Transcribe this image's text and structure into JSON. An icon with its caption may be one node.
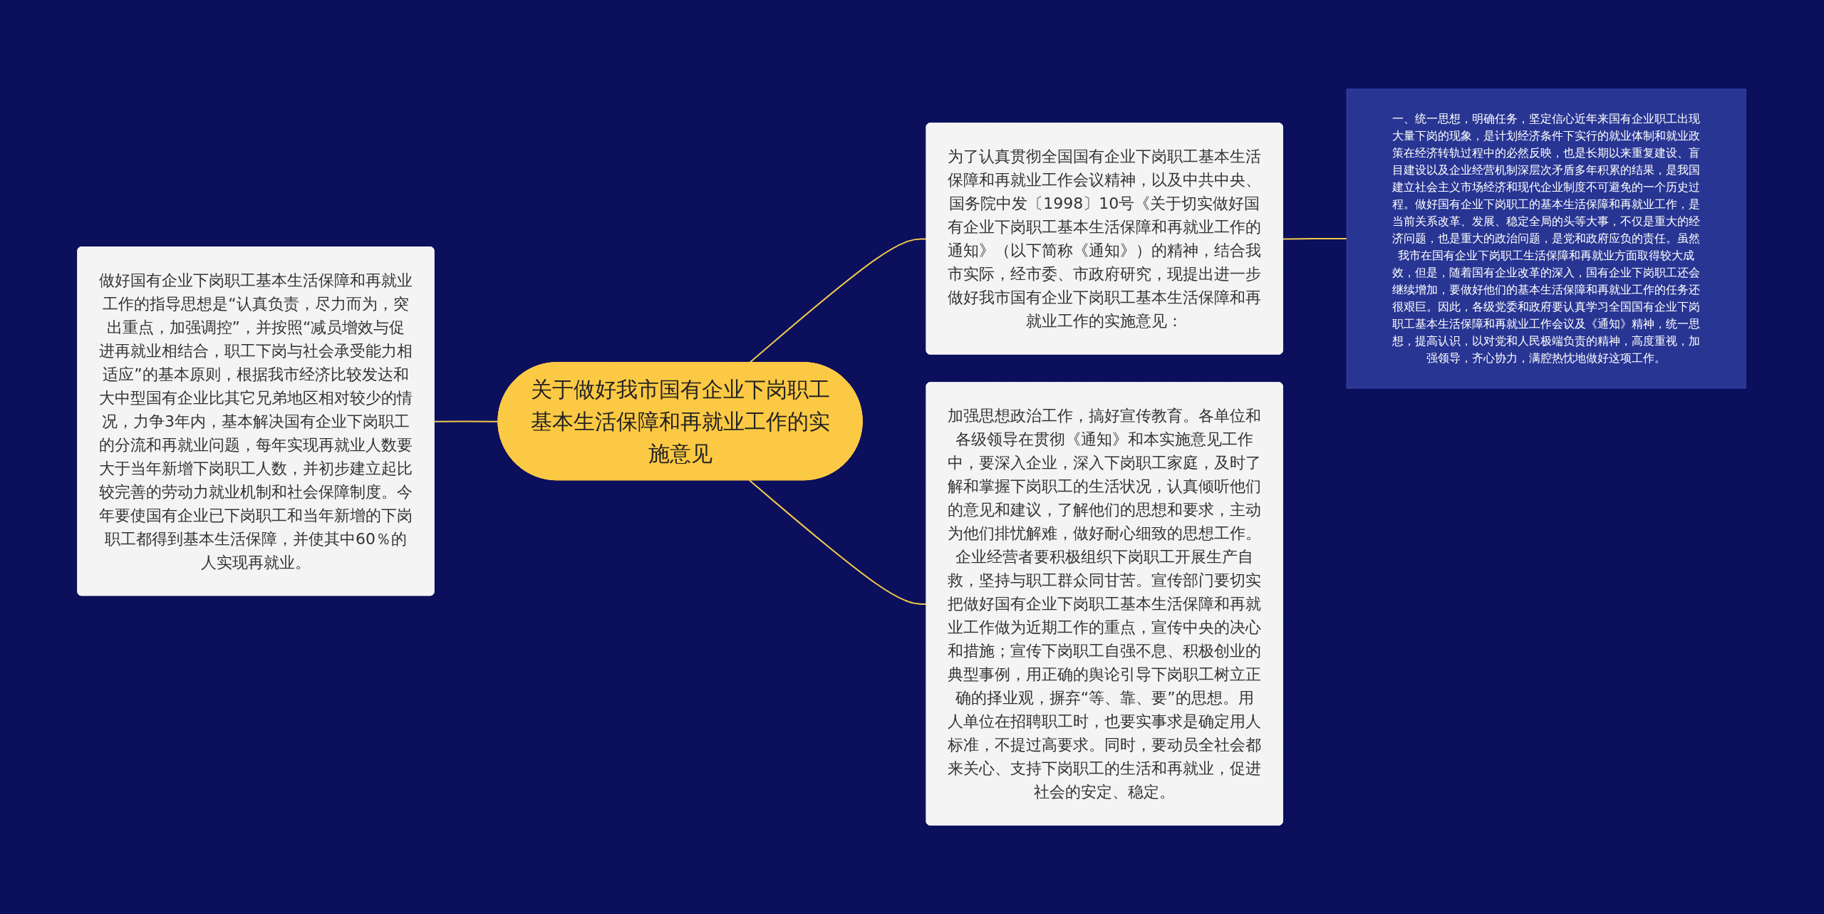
{
  "diagram": {
    "nodes": [
      {
        "text": [
          "关于做好我市国有企业下岗职工基本生活保障和再就业工作的实施意见"
        ]
      },
      {
        "text": [
          "做好国有企业下岗职工基本生活保障和再就业工作的指导思想是“认真负责，尽力而为，突出重点，加强调控”，并按照“减员增效与促进再就业相结合，职工下岗与社会承受能力相适应”的基本原则，根据我市经济比较发达和大中型国有企业比其它兄弟地区相对较少的情况，力争3年内，基本解决国有企业下岗职工的分流和再就业问题，每年实现再就业人数要大于当年新增下岗职工人数，并初步建立起比较完善的劳动力就业机制和社会保障制度。今年要使国有企业已下岗职工和当年新增的下岗职工都得到基本生活保障，并使其中60％的人实现再就业。"
        ]
      },
      {
        "text": [
          "为了认真贯彻全国国有企业下岗职工基本生活保障和再就业工作会议精神，以及中共中央、国务院中发〔1998〕10号《关于切实做好国有企业下岗职工基本生活保障和再就业工作的通知》（以下简称《通知》）的精神，结合我市实际，经市委、市政府研究，现提出进一步做好我市国有企业下岗职工基本生活保障和再就业工作的实施意见："
        ]
      },
      {
        "text": [
          "一、统一思想，明确任务，坚定信心近年来国有企业职工出现大量下岗的现象，是计划经济条件下实行的就业体制和就业政策在经济转轨过程中的必然反映，也是长期以来重复建设、盲目建设以及企业经营机制深层次矛盾多年积累的结果，是我国建立社会主义市场经济和现代企业制度不可避免的一个历史过程。做好国有企业下岗职工的基本生活保障和再就业工作，是当前关系改革、发展、稳定全局的头等大事，不仅是重大的经济问题，也是重大的政治问题，是党和政府应负的责任。虽然我市在国有企业下岗职工生活保障和再就业方面取得较大成效，但是，随着国有企业改革的深入，国有企业下岗职工还会继续增加，要做好他们的基本生活保障和再就业工作的任务还很艰巨。因此，各级党委和政府要认真学习全国国有企业下岗职工基本生活保障和再就业工作会议及《通知》精神，统一思想，提高认识，以对党和人民极端负责的精神，高度重视，加强领导，齐心协力，满腔热忱地做好这项工作。"
        ]
      },
      {
        "text": [
          "加强思想政治工作，搞好宣传教育。各单位和各级领导在贯彻《通知》和本实施意见工作中，要深入企业，深入下岗职工家庭，及时了解和掌握下岗职工的生活状况，认真倾听他们的意见和建议，了解他们的思想和要求，主动为他们排忧解难，做好耐心细致的思想工作。企业经营者要积极组织下岗职工开展生产自救，坚持与职工群众同甘苦。宣传部门要切实把做好国有企业下岗职工基本生活保障和再就业工作做为近期工作的重点，宣传中央的决心和措施；宣传下岗职工自强不息、积极创业的典型事例，用正确的舆论引导下岗职工树立正确的择业观，摒弃“等、靠、要”的思想。用人单位在招聘职工时，也要实事求是确定用人标准，不提过高要求。同时，要动员全社会都来关心、支持下岗职工的生活和再就业，促进社会的安定、稳定。"
        ]
      }
    ],
    "edges": [
      {
        "from": 0,
        "to": 1,
        "arrow": "none"
      },
      {
        "from": 0,
        "to": 2,
        "arrow": "none"
      },
      {
        "from": 2,
        "to": 3,
        "arrow": "none"
      },
      {
        "from": 0,
        "to": 4,
        "arrow": "none"
      }
    ]
  }
}
